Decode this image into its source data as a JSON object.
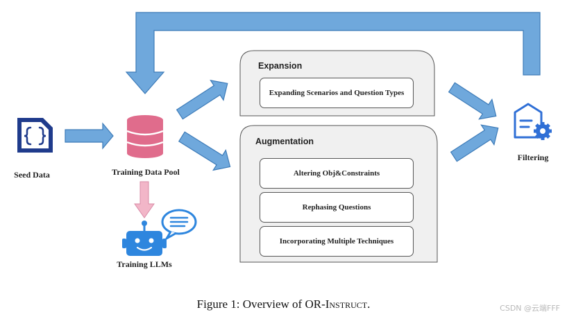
{
  "nodes": {
    "seed_data": "Seed Data",
    "training_data_pool": "Training Data Pool",
    "training_llms": "Training LLMs",
    "filtering": "Filtering"
  },
  "panels": {
    "expansion": {
      "title": "Expansion",
      "steps": [
        "Expanding Scenarios and Question Types"
      ]
    },
    "augmentation": {
      "title": "Augmentation",
      "steps": [
        "Altering Obj&Constraints",
        "Rephasing Questions",
        "Incorporating Multiple Techniques"
      ]
    }
  },
  "caption": {
    "prefix": "Figure 1: Overview of OR-",
    "smallcaps": "Instruct",
    "suffix": "."
  },
  "watermark": "CSDN @云端FFF",
  "colors": {
    "arrow_fill": "#6fa8dc",
    "arrow_stroke": "#3d7bb8",
    "database": "#e06c8c",
    "pink_arrow": "#f2b6c8",
    "icon_navy": "#1f3b8c",
    "robot_blue": "#2e86de",
    "filter_blue": "#2f6fd6",
    "panel_fill": "#f0f0f0"
  }
}
